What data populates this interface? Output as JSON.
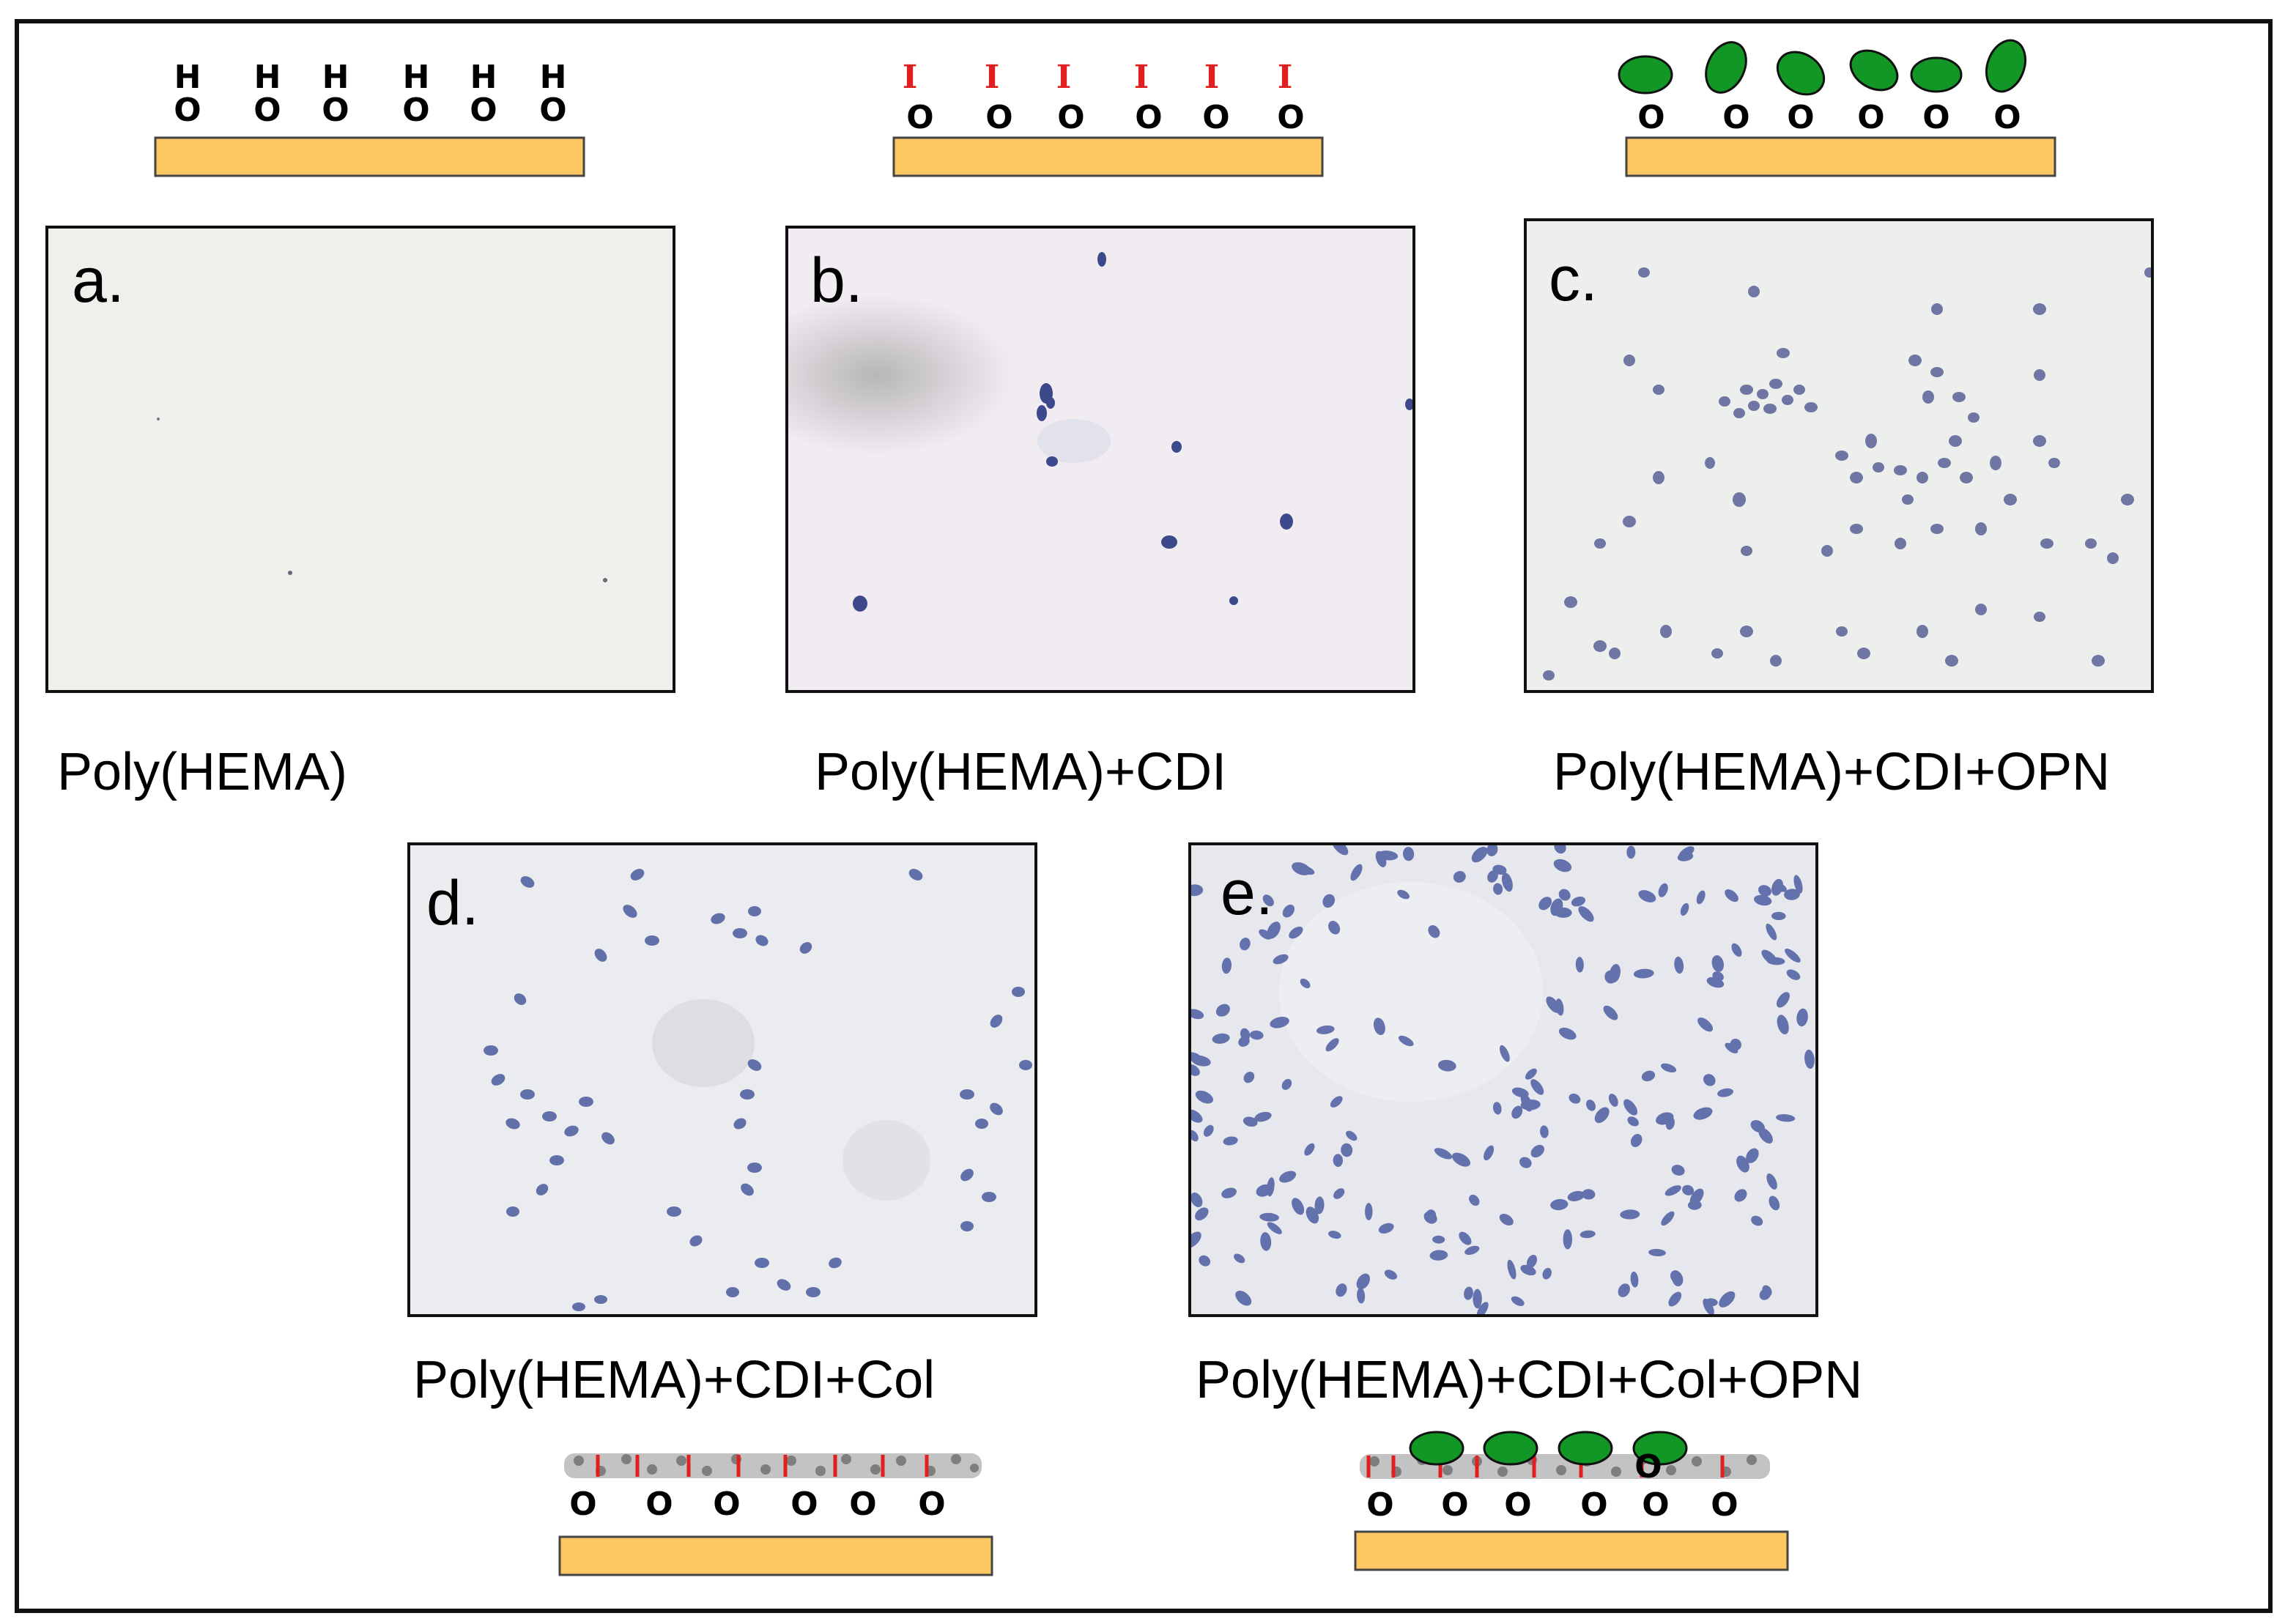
{
  "panels": {
    "a": {
      "letter": "a.",
      "caption": "Poly(HEMA)",
      "cell_level": 0
    },
    "b": {
      "letter": "b.",
      "caption": "Poly(HEMA)+CDI",
      "cell_level": 0.1
    },
    "c": {
      "letter": "c.",
      "caption": "Poly(HEMA)+CDI+OPN",
      "cell_level": 0.4
    },
    "d": {
      "letter": "d.",
      "caption": "Poly(HEMA)+CDI+Col",
      "cell_level": 0.35
    },
    "e": {
      "letter": "e.",
      "caption": "Poly(HEMA)+CDI+Col+OPN",
      "cell_level": 1.0
    }
  },
  "schematic": {
    "hydroxyl_h": "H",
    "oxygen": "O",
    "cdi_mark": "I"
  },
  "colors": {
    "substrate": "#FDC864",
    "substrate_edge": "#444444",
    "cdi_red": "#E02020",
    "protein_green": "#129626",
    "cell_stain": "#4A5A9E",
    "background_a": "#EEF1EC",
    "background_b": "#F1ECF3",
    "background_c": "#EDF0EC",
    "background_d": "#EBECEF",
    "background_e": "#E4E6EC"
  }
}
